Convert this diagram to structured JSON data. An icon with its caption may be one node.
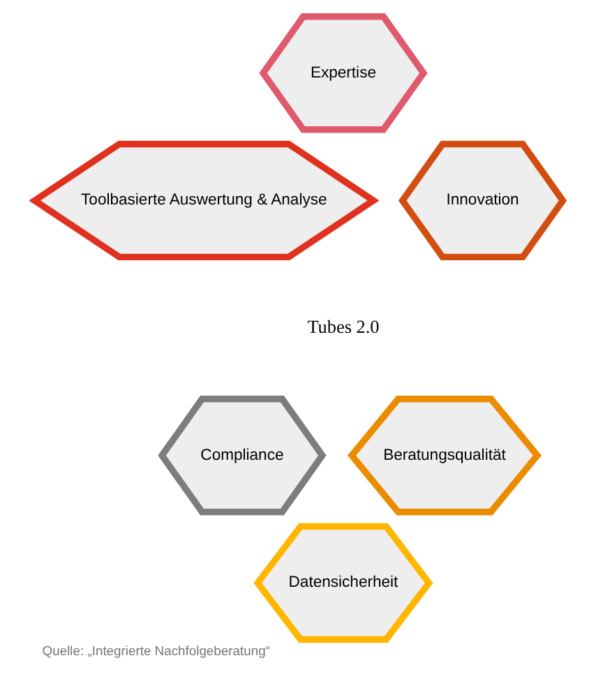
{
  "diagram": {
    "caption": "Quelle: „Integrierte Nachfolgeberatung“",
    "nodes": [
      {
        "text": [
          "Expertise"
        ]
      },
      {
        "text": [
          "Toolbasierte Auswertung & Analyse"
        ]
      },
      {
        "text": [
          "Innovation"
        ]
      },
      {
        "text": [
          "Tubes 2.0"
        ]
      },
      {
        "text": [
          "Compliance"
        ]
      },
      {
        "text": [
          "Beratungsqualität"
        ]
      },
      {
        "text": [
          "Datensicherheit"
        ]
      }
    ],
    "edges": []
  }
}
